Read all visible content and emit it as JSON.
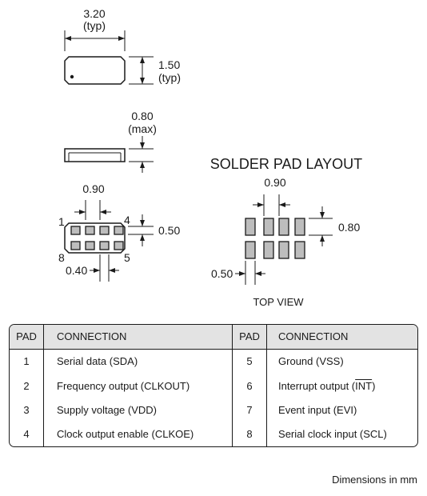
{
  "dims": {
    "length": "3.20",
    "length_note": "(typ)",
    "width": "1.50",
    "width_note": "(typ)",
    "height": "0.80",
    "height_note": "(max)",
    "pad_pitch": "0.90",
    "pad_height": "0.50",
    "pad_width": "0.40",
    "layout_pitch": "0.90",
    "layout_height": "0.80",
    "layout_width": "0.50"
  },
  "pin_labels": {
    "p1": "1",
    "p4": "4",
    "p5": "5",
    "p8": "8"
  },
  "layout_title": "SOLDER PAD LAYOUT",
  "view_label": "TOP VIEW",
  "table": {
    "header": {
      "pad": "PAD",
      "connection": "CONNECTION"
    },
    "rows": [
      {
        "left_pad": "1",
        "left_conn": "Serial data (SDA)",
        "right_pad": "5",
        "right_conn": "Ground (VSS)"
      },
      {
        "left_pad": "2",
        "left_conn": "Frequency output (CLKOUT)",
        "right_pad": "6",
        "right_conn_pre": "Interrupt output (",
        "right_conn_bar": "INT",
        "right_conn_post": ")"
      },
      {
        "left_pad": "3",
        "left_conn": "Supply voltage (VDD)",
        "right_pad": "7",
        "right_conn": "Event input (EVI)"
      },
      {
        "left_pad": "4",
        "left_conn": "Clock output enable (CLKOE)",
        "right_pad": "8",
        "right_conn": "Serial clock input (SCL)"
      }
    ]
  },
  "footnote": "Dimensions in mm",
  "colors": {
    "pad_fill": "#bdbdbd",
    "header_fill": "#e3e3e3",
    "ink": "#1a1a1a"
  }
}
